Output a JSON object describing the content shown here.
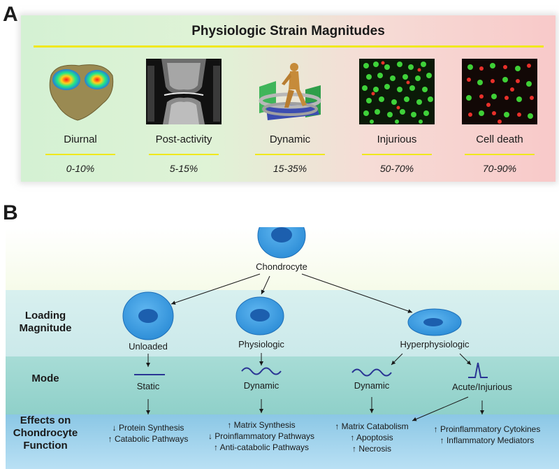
{
  "panel_letters": {
    "a": "A",
    "b": "B"
  },
  "panel_a": {
    "title": "Physiologic Strain Magnitudes",
    "stages": [
      {
        "label": "Diurnal",
        "range": "0-10%"
      },
      {
        "label": "Post-activity",
        "range": "5-15%"
      },
      {
        "label": "Dynamic",
        "range": "15-35%"
      },
      {
        "label": "Injurious",
        "range": "50-70%"
      },
      {
        "label": "Cell death",
        "range": "70-90%"
      }
    ]
  },
  "panel_b": {
    "root": "Chondrocyte",
    "row_labels": {
      "loading": "Loading Magnitude",
      "mode": "Mode",
      "effects": "Effects on Chondrocyte Function"
    },
    "loading": {
      "unloaded": "Unloaded",
      "physiologic": "Physiologic",
      "hyperphysiologic": "Hyperphysiologic"
    },
    "modes": {
      "static": "Static",
      "dynamic_physiologic": "Dynamic",
      "dynamic_hyper": "Dynamic",
      "acute": "Acute/Injurious"
    },
    "effects": {
      "static": [
        "↓ Protein Synthesis",
        "↑ Catabolic Pathways"
      ],
      "physiologic": [
        "↑ Matrix Synthesis",
        "↓ Proinflammatory Pathways",
        "↑ Anti-catabolic Pathways"
      ],
      "hyper_dynamic": [
        "↑ Matrix Catabolism",
        "↑ Apoptosis",
        "↑ Necrosis"
      ],
      "acute": [
        "↑ Proinflammatory Cytokines",
        "↑ Inflammatory Mediators"
      ]
    }
  },
  "colors": {
    "cell_outer": "#2f8fd8",
    "cell_inner": "#1c5fae",
    "highlight_line": "#f0e81c",
    "waveform": "#2a3594"
  }
}
